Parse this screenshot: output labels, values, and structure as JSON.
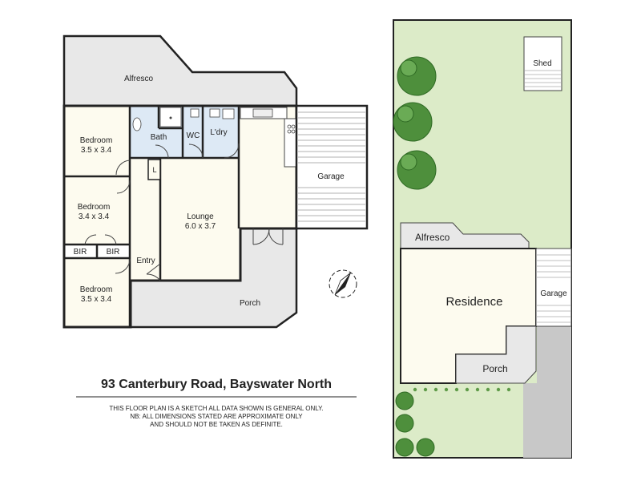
{
  "floor_plan": {
    "rooms": {
      "alfresco": "Alfresco",
      "bath": "Bath",
      "wc": "WC",
      "laundry": "L'dry",
      "bedroom1": {
        "name": "Bedroom",
        "size": "3.5 x 3.4"
      },
      "bedroom2": {
        "name": "Bedroom",
        "size": "3.4 x 3.4"
      },
      "bedroom3": {
        "name": "Bedroom",
        "size": "3.5 x 3.4"
      },
      "lounge": {
        "name": "Lounge",
        "size": "6.0 x 3.7"
      },
      "linen": "L",
      "bir1": "BIR",
      "bir2": "BIR",
      "entry": "Entry",
      "porch": "Porch",
      "garage": "Garage"
    },
    "address": "93 Canterbury Road, Bayswater North",
    "disclaimer": [
      "THIS FLOOR PLAN IS A SKETCH ALL DATA SHOWN IS GENERAL ONLY.",
      "NB: ALL DIMENSIONS STATED ARE APPROXIMATE ONLY",
      "AND SHOULD NOT BE TAKEN AS DEFINITE."
    ]
  },
  "site_plan": {
    "shed": "Shed",
    "alfresco": "Alfresco",
    "residence": "Residence",
    "garage": "Garage",
    "porch": "Porch"
  },
  "colors": {
    "room_fill": "#fdfbef",
    "grey_area": "#e8e8e8",
    "wet_area": "#dde9f5",
    "lawn": "#dcebc8",
    "driveway": "#c8c8c8",
    "tree": "#4e8f3c"
  }
}
